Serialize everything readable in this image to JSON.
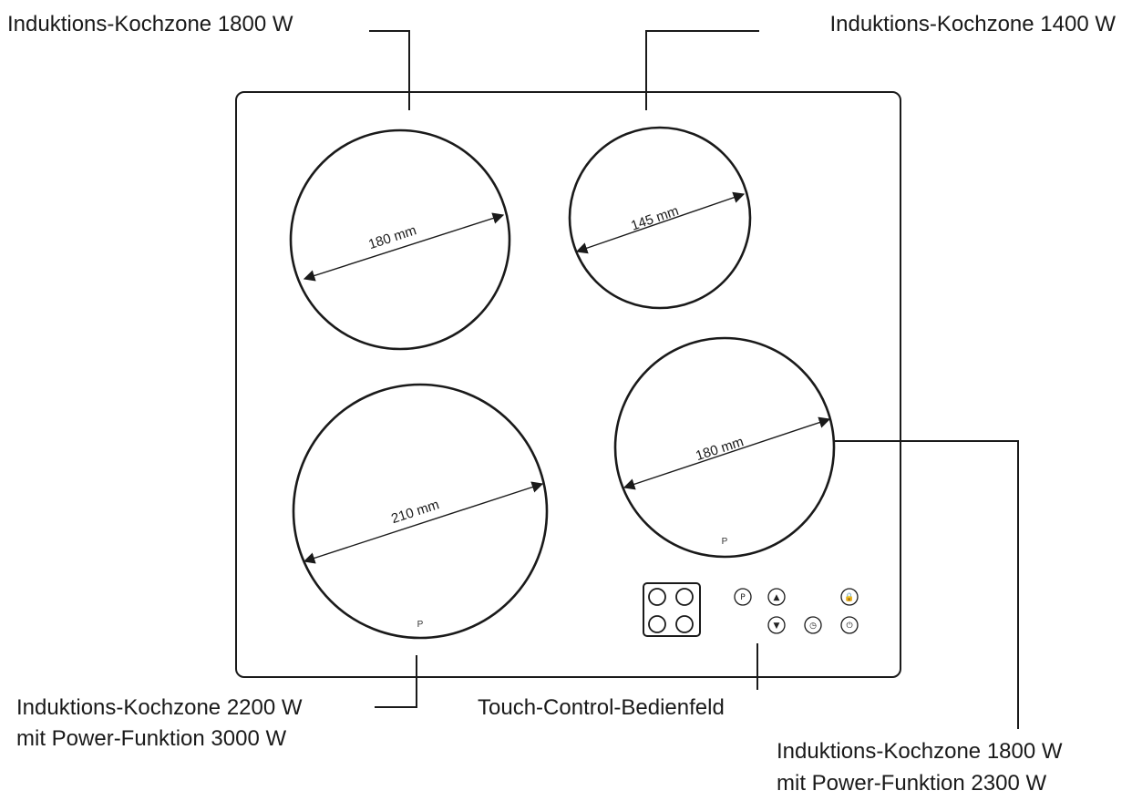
{
  "labels": {
    "zone_top_left": "Induktions-Kochzone 1800 W",
    "zone_top_right": "Induktions-Kochzone 1400 W",
    "zone_bottom_left_line1": "Induktions-Kochzone 2200 W",
    "zone_bottom_left_line2": "mit Power-Funktion 3000 W",
    "control_panel": "Touch-Control-Bedienfeld",
    "zone_bottom_right_line1": "Induktions-Kochzone 1800 W",
    "zone_bottom_right_line2": "mit Power-Funktion 2300 W"
  },
  "zones": {
    "top_left": {
      "diameter": "180 mm"
    },
    "top_right": {
      "diameter": "145 mm"
    },
    "bottom_left": {
      "diameter": "210 mm",
      "power_mark": "P"
    },
    "bottom_right": {
      "diameter": "180 mm",
      "power_mark": "P"
    }
  },
  "control_buttons": {
    "power_boost": "P",
    "top_row": [
      "P",
      "▲",
      "🔒"
    ],
    "bottom_row": [
      "▼",
      "◷",
      "⏻"
    ]
  }
}
